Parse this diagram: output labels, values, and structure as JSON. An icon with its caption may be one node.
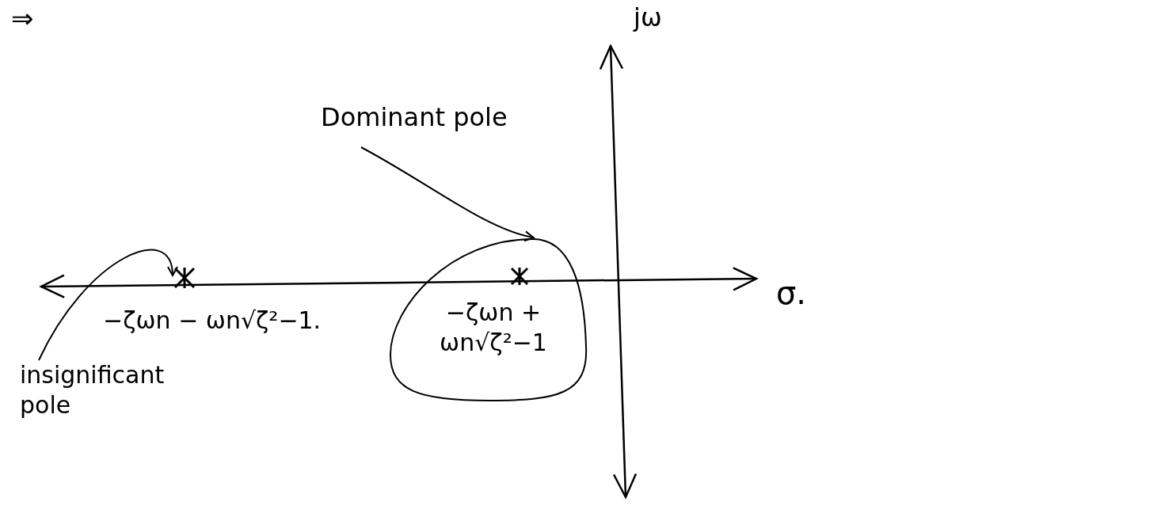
{
  "diagram": {
    "nodes": [
      {
        "text": [
          "Dominant pole"
        ]
      },
      {
        "text": [
          "−ζωn + ωn√ζ²−1"
        ]
      },
      {
        "text": [
          "insignificant pole"
        ]
      },
      {
        "text": [],
        "shape": "cross",
        "beside": [
          "−ζωn − ωn√ζ²−1."
        ]
      },
      {
        "text": [],
        "shape": "cross",
        "in": 1
      }
    ],
    "edges": [
      {
        "from": 0,
        "to": 1,
        "arrow": "to"
      },
      {
        "from": 2,
        "to": 3,
        "arrow": "to"
      }
    ],
    "labels": [
      "⇒",
      "jω",
      "σ."
    ]
  }
}
